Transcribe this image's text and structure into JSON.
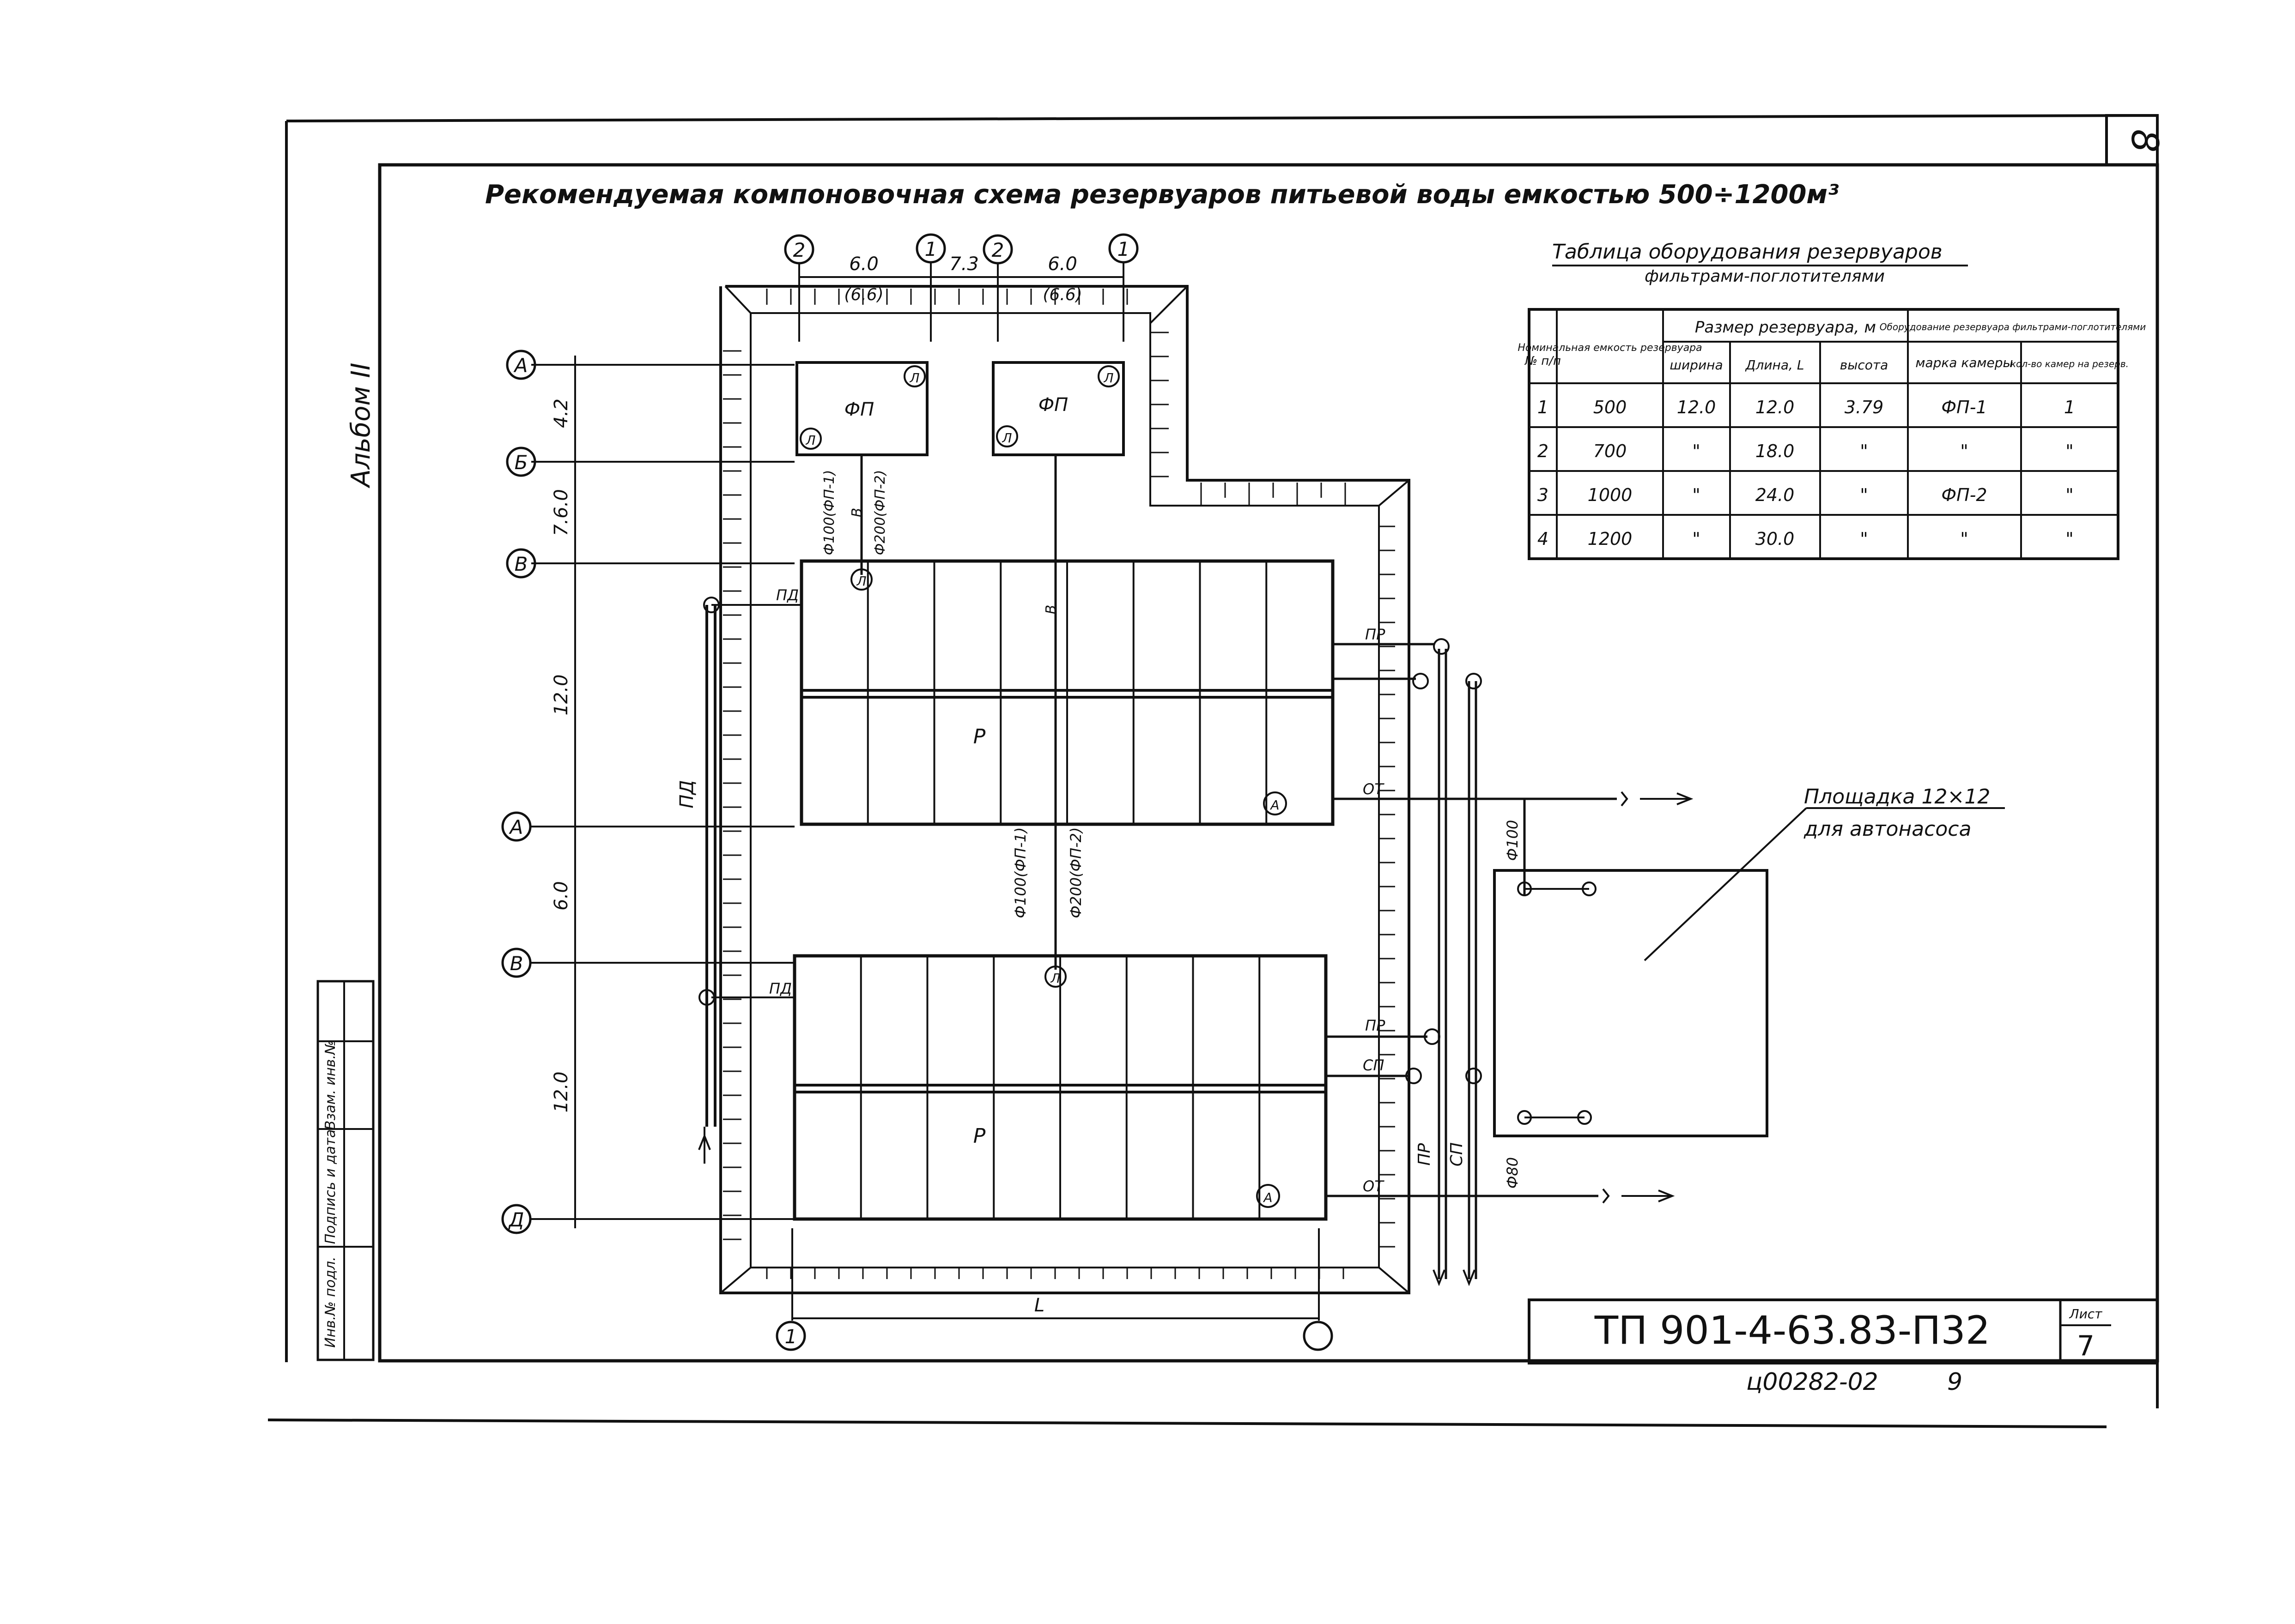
{
  "title": "Рекомендуемая компоновочная схема резервуаров питьевой воды емкостью 500÷1200м³",
  "album": "Альбом II",
  "sheet_corner_number": "8",
  "stamp": {
    "code": "ТП 901-4-63.83-П32",
    "sheet_label": "Лист",
    "sheet_number": "7",
    "archive_number": "ц00282-02",
    "archive_suffix": "9"
  },
  "side_stamp": [
    "Инв.№ подл.",
    "Подпись и дата",
    "Взам. инв.№"
  ],
  "axes": {
    "top": [
      "2",
      "1",
      "2",
      "1"
    ],
    "top_dims": [
      "6.0",
      "(6.6)",
      "7.3",
      "6.0",
      "(6.6)"
    ],
    "left": [
      "А",
      "Б",
      "В",
      "А",
      "В",
      "Д"
    ],
    "left_dims": [
      "4.2",
      "7.6.0",
      "12.0",
      "6.0",
      "12.0"
    ],
    "bottom": [
      "1"
    ],
    "bottom_dim": "L"
  },
  "blocks": {
    "filter": "ФП",
    "reservoir": "Р",
    "marker": "Л",
    "axis_marker": "А"
  },
  "pipes": {
    "pd": "ПД",
    "pr": "ПР",
    "ot": "ОТ",
    "sp": "СП",
    "v": "В",
    "riser_labels": [
      "Ф100(ФП-1)",
      "Ф200(ФП-2)",
      "Ф100(ФП-1)",
      "Ф200(ФП-2)"
    ],
    "d100": "Ф100",
    "d80": "Ф80"
  },
  "platform": {
    "line1": "Площадка 12×12",
    "line2": "для автонасоса"
  },
  "table": {
    "title_line1": "Таблица оборудования резервуаров",
    "title_line2": "фильтрами-поглотителями",
    "headers": {
      "num": "№ п/п",
      "capacity": "Номинальная емкость резервуара",
      "size": "Размер резервуара, м",
      "width": "ширина",
      "length": "Длина, L",
      "height": "высота",
      "equip": "Оборудование резервуара фильтрами-поглотителями",
      "mark": "марка камеры",
      "count": "кол-во камер на резерв."
    },
    "rows": [
      [
        "1",
        "500",
        "12.0",
        "12.0",
        "3.79",
        "ФП-1",
        "1"
      ],
      [
        "2",
        "700",
        "\"",
        "18.0",
        "\"",
        "\"",
        "\""
      ],
      [
        "3",
        "1000",
        "\"",
        "24.0",
        "\"",
        "ФП-2",
        "\""
      ],
      [
        "4",
        "1200",
        "\"",
        "30.0",
        "\"",
        "\"",
        "\""
      ]
    ]
  }
}
